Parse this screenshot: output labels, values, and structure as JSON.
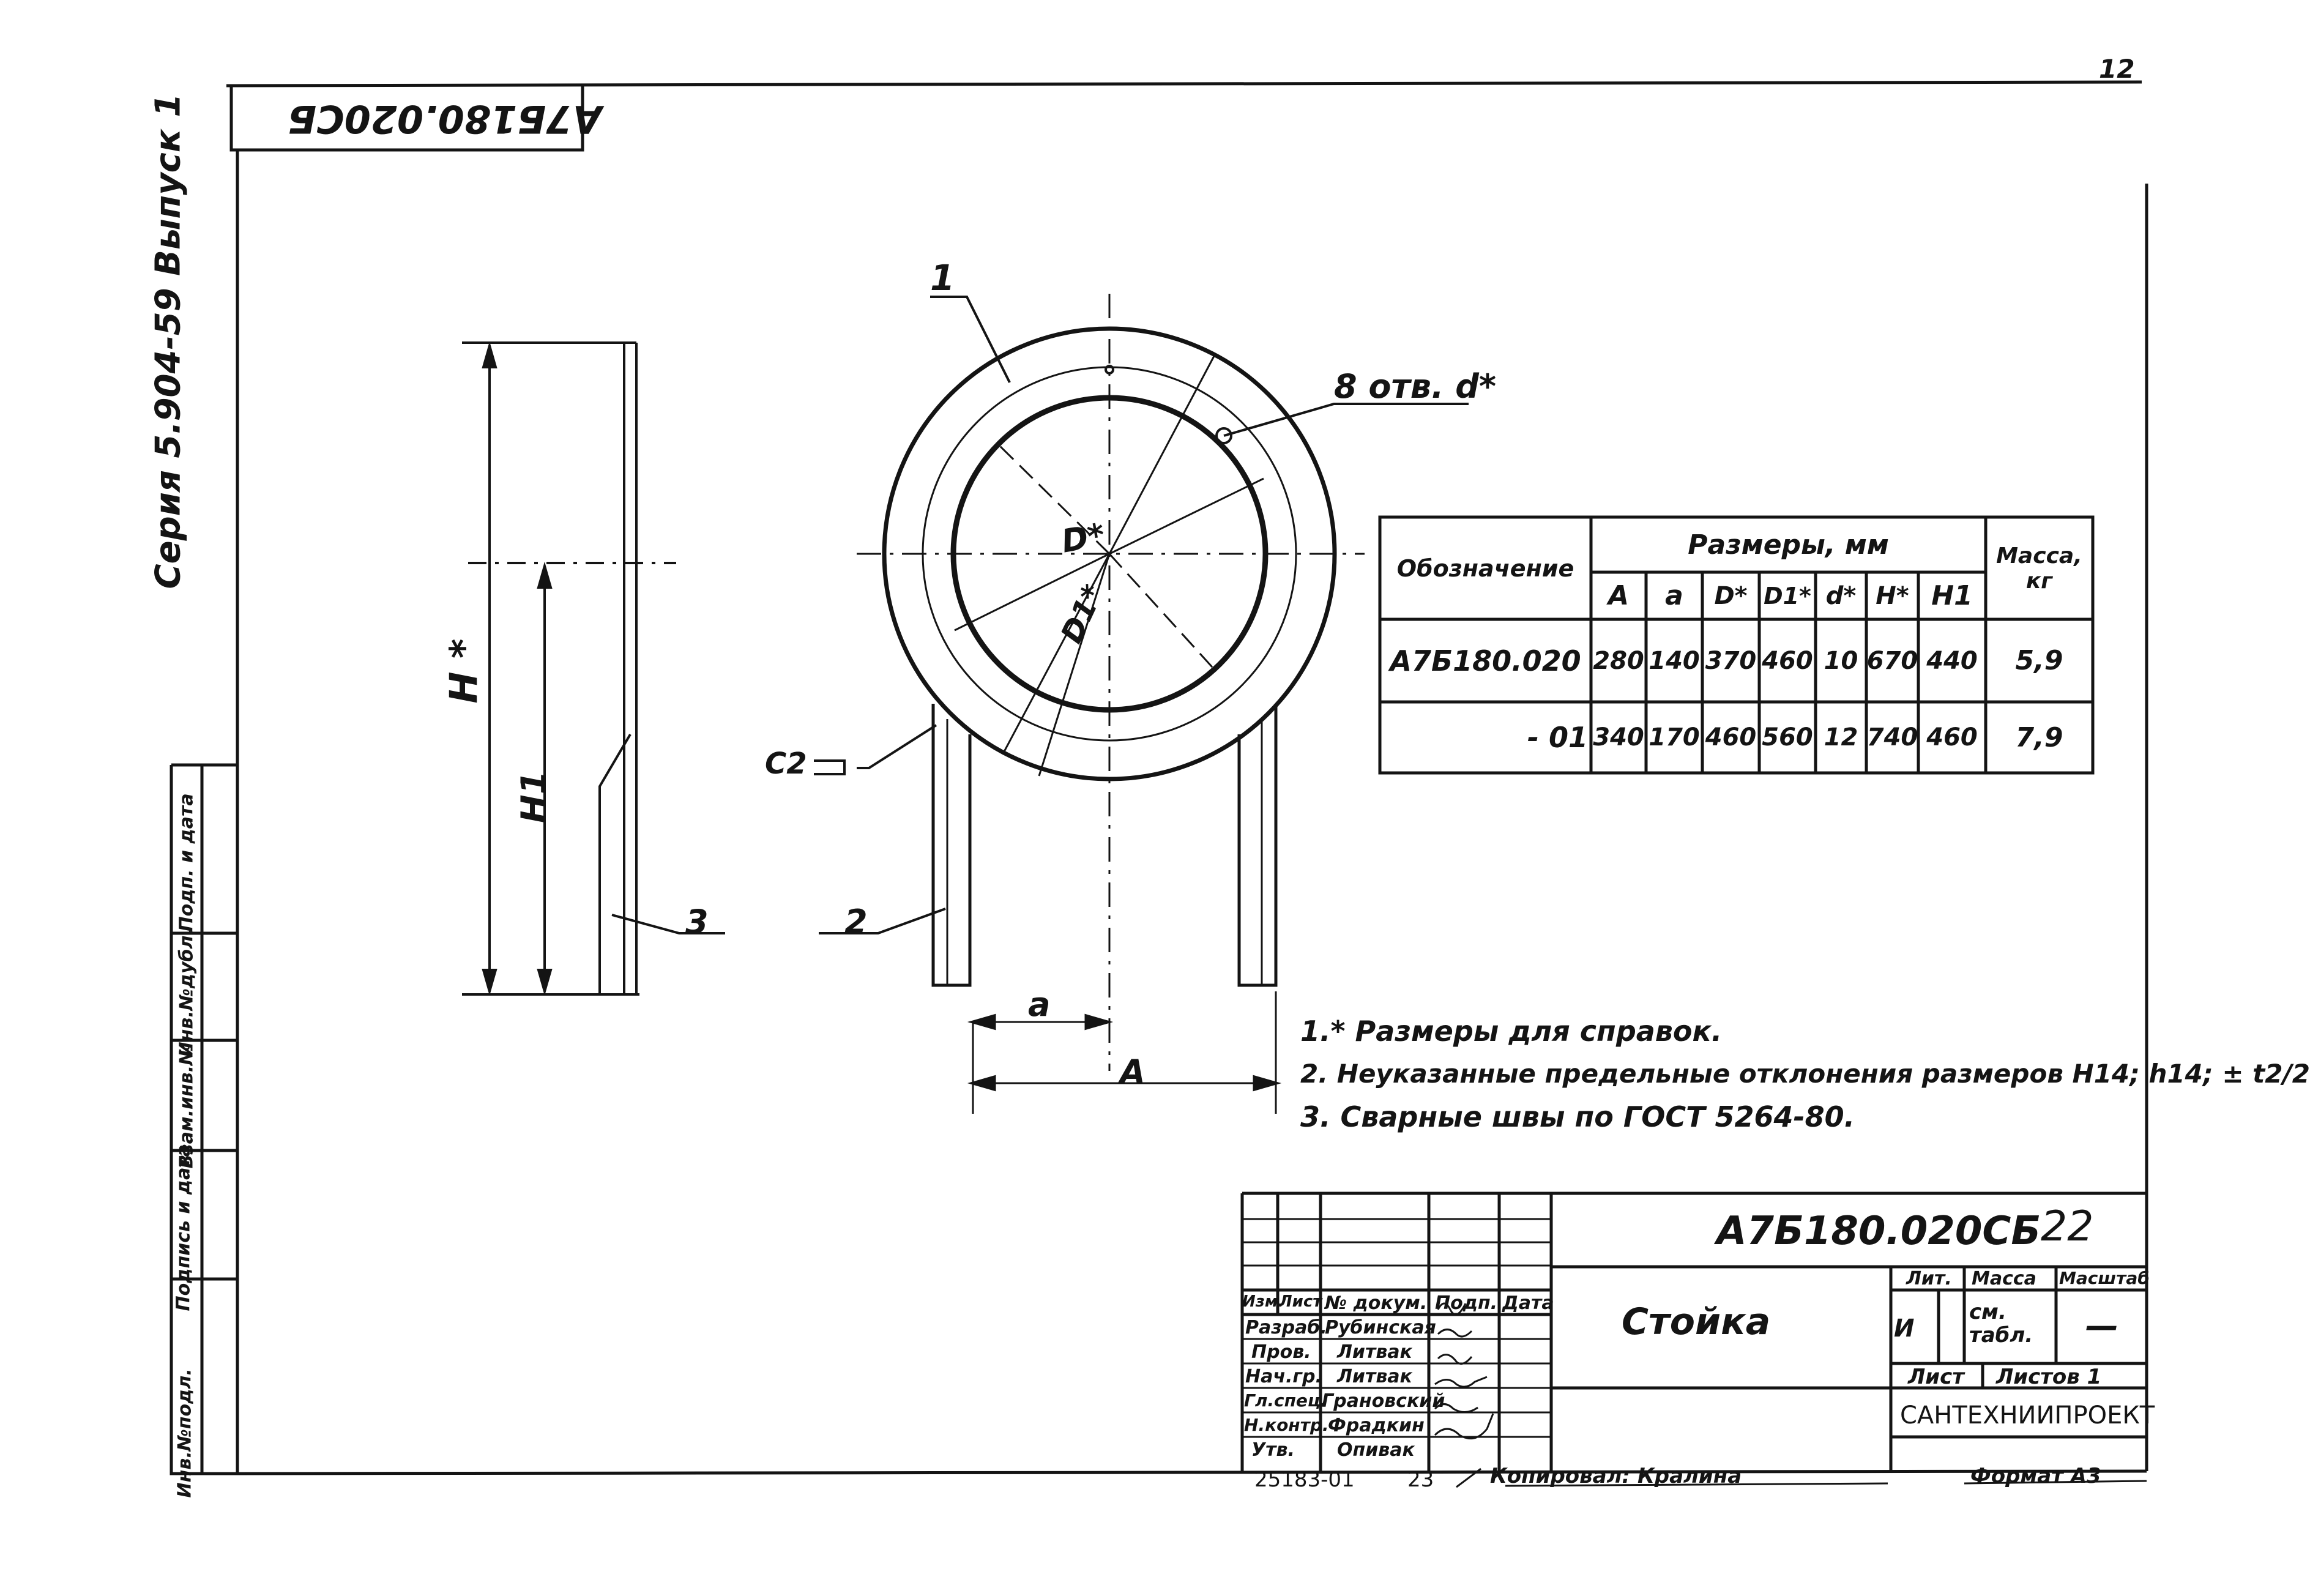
{
  "page": {
    "corner_number": "12",
    "mirrored_code": "А7Б180.020СБ",
    "series_label": "Серия 5.904-59 Выпуск 1"
  },
  "margin_stamp": [
    "Инв.№подл.",
    "Подпись и дата",
    "Взам.инв.№",
    "Инв.№дубл.",
    "Подп. и дата"
  ],
  "drawing": {
    "labels": {
      "H_star": "H *",
      "H1": "H1",
      "D_star": "D*",
      "D1_star": "D1*",
      "holes": "8 отв. d*",
      "weld": "С2",
      "leader_1": "1",
      "leader_2": "2",
      "leader_3": "3",
      "dim_a": "a",
      "dim_A": "A"
    }
  },
  "table": {
    "col_designation": "Обозначение",
    "group_header": "Размеры, мм",
    "mass_header": "Масса, кг",
    "columns": [
      "A",
      "a",
      "D*",
      "D1*",
      "d*",
      "H*",
      "H1"
    ],
    "rows": [
      {
        "designation": "А7Б180.020",
        "values": [
          "280",
          "140",
          "370",
          "460",
          "10",
          "670",
          "440"
        ],
        "mass": "5,9"
      },
      {
        "designation": "- 01",
        "values": [
          "340",
          "170",
          "460",
          "560",
          "12",
          "740",
          "460"
        ],
        "mass": "7,9"
      }
    ]
  },
  "notes": [
    "1.* Размеры для справок.",
    "2. Неуказанные предельные отклонения размеров H14; h14; ± t2/2",
    "3. Сварные швы по ГОСТ 5264-80."
  ],
  "title_block": {
    "doc_code": "А7Б180.020СБ",
    "sheet_no_handwritten": "22",
    "name": "Стойка",
    "lit_header": "Лит.",
    "mass_header": "Масса",
    "scale_header": "Масштаб",
    "lit_value": "И",
    "mass_value": "см. табл.",
    "scale_value": "—",
    "sheet_label": "Лист",
    "sheets_label": "Листов 1",
    "organization": "САНТЕХНИИПРОЕКТ",
    "col_headers": [
      "Изм.",
      "Лист",
      "№ докум.",
      "Подп.",
      "Дата"
    ],
    "roles": [
      {
        "role": "Разраб.",
        "name": "Рубинская"
      },
      {
        "role": "Пров.",
        "name": "Литвак"
      },
      {
        "role": "Нач.гр.",
        "name": "Литвак"
      },
      {
        "role": "Гл.спец.",
        "name": "Грановский"
      },
      {
        "role": "Н.контр.",
        "name": "Фрадкин"
      },
      {
        "role": "Утв.",
        "name": "Опивак"
      }
    ]
  },
  "footer": {
    "archive": "25183-01",
    "sheet": "23",
    "copied": "Копировал: Кралина",
    "format": "Формат А3"
  }
}
